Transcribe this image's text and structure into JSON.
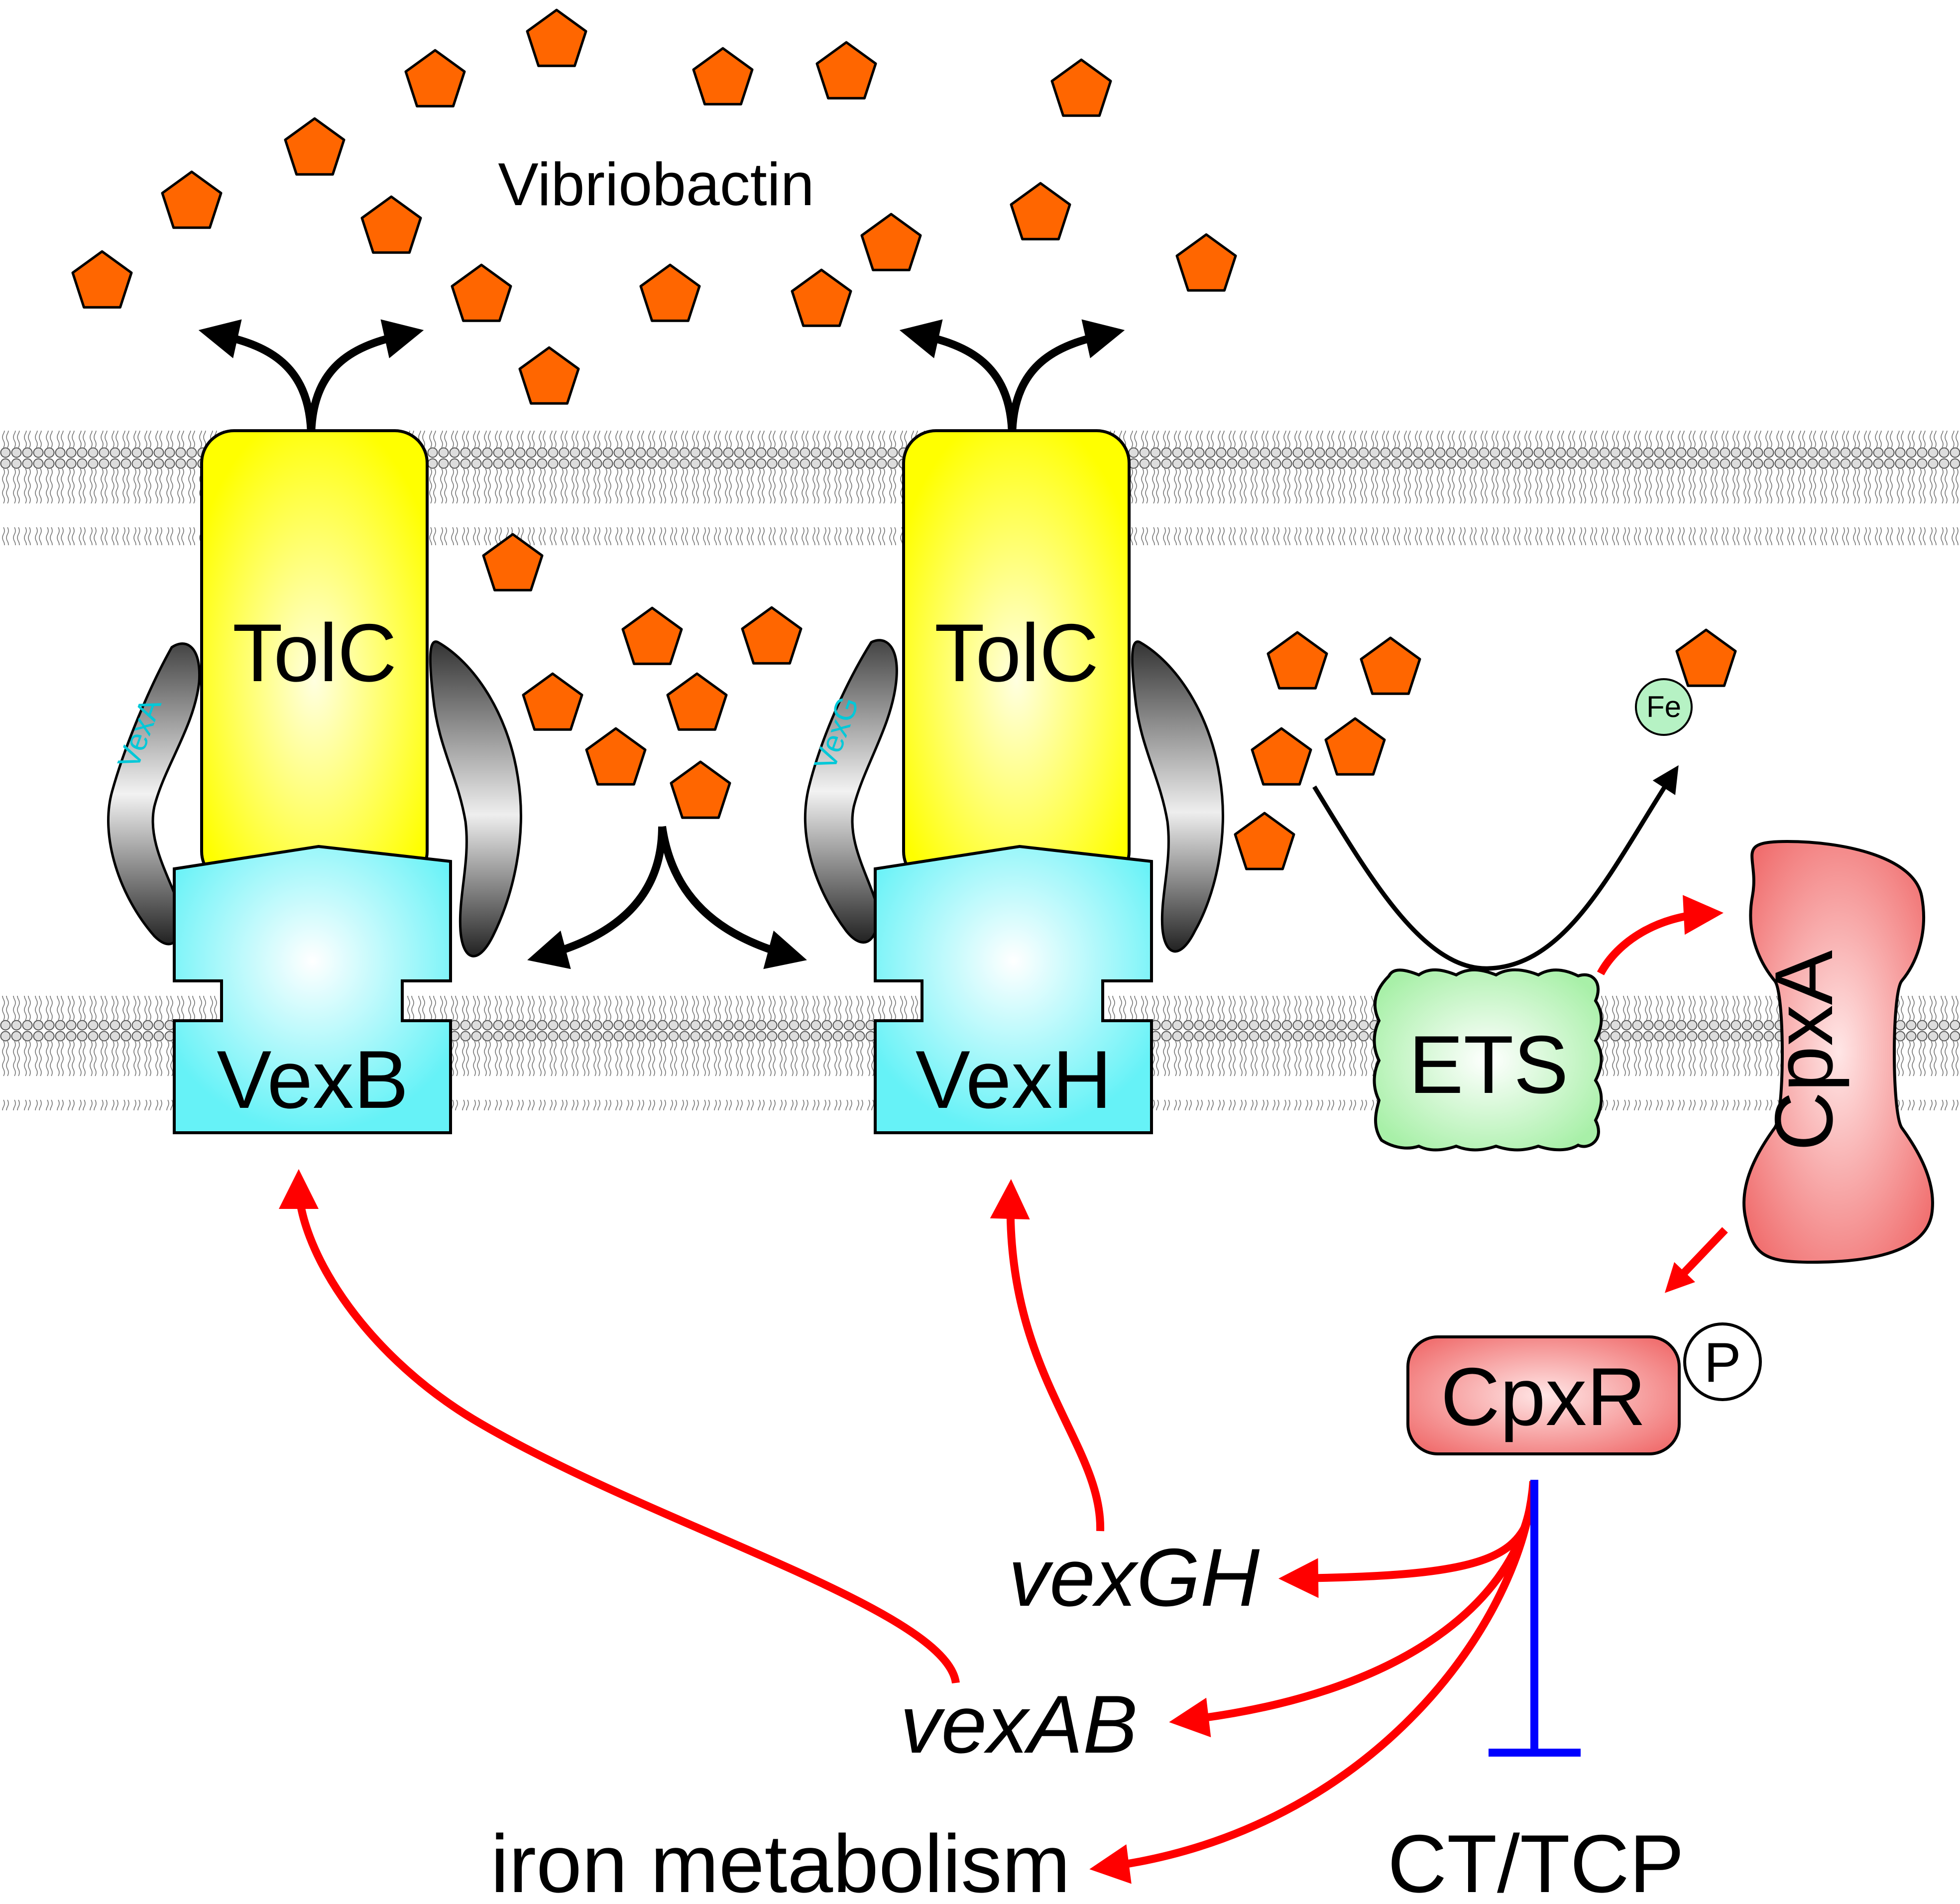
{
  "labels": {
    "siderophore": "Vibriobactin",
    "tolc_left": "TolC",
    "tolc_right": "TolC",
    "adaptor_left": "VexA",
    "adaptor_right": "VexG",
    "pump_left": "VexB",
    "pump_right": "VexH",
    "ets": "ETS",
    "cpxa": "CpxA",
    "cpxr": "CpxR",
    "phospho": "P",
    "iron": "Fe",
    "gene_vexgh": "vexGH",
    "gene_vexab": "vexAB",
    "iron_metabolism": "iron metabolism",
    "ct_tcp": "CT/TCP"
  },
  "colors": {
    "vibriobactin": "#ff6600",
    "tolc": "#ffff00",
    "pump": "#66f2f7",
    "adaptor": "#555555",
    "ets": "#a8f0a8",
    "cpx": "#f06b6b",
    "iron": "#b6f2c4",
    "activation": "#ff0000",
    "repression": "#0000ff",
    "transport": "#000000"
  }
}
